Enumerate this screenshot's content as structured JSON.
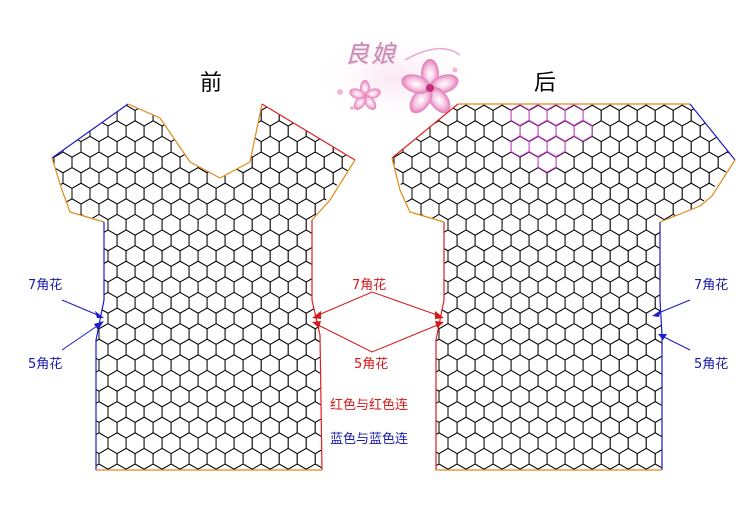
{
  "titles": {
    "front": "前",
    "back": "后"
  },
  "logo": {
    "text": "良娘"
  },
  "labels": {
    "seven_left": "7角花",
    "five_left": "5角花",
    "seven_center": "7角花",
    "five_center": "5角花",
    "seven_right": "7角花",
    "five_right": "5角花",
    "note_red": "红色与红色连",
    "note_blue": "蓝色与蓝色连"
  },
  "colors": {
    "grid": "#000000",
    "red_edge": "#e02020",
    "blue_edge": "#1c1cc8",
    "orange_edge": "#e08a1a",
    "highlight": "#d040d0",
    "label_blue": "#1a1aa8",
    "label_red": "#d41a1a"
  }
}
